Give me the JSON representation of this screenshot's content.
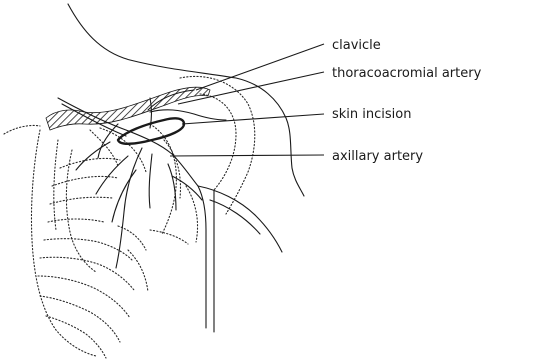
{
  "labels": {
    "clavicle": "clavicle",
    "thoracoacromial_artery": "thoracoacromial artery",
    "skin_incision": "skin incision",
    "axillary_artery": "axillary artery"
  },
  "colors": {
    "ink": "#1a1a1a",
    "background": "#ffffff"
  }
}
